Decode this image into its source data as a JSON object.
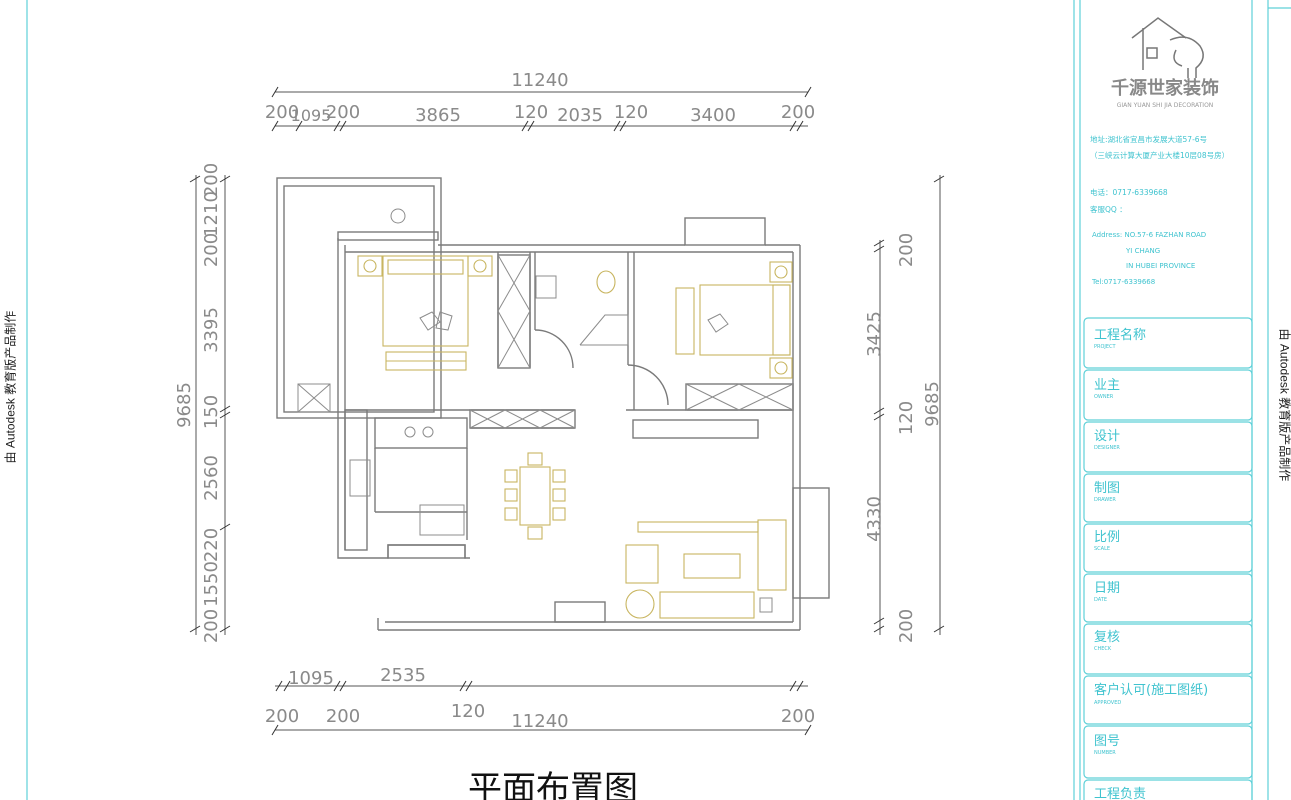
{
  "watermark": "由 Autodesk 教育版产品制作",
  "drawing_title": "平面布置图",
  "dimensions": {
    "top_total": "11240",
    "top_segments": [
      "200",
      "1095",
      "200",
      "3865",
      "120",
      "2035",
      "120",
      "3400",
      "200"
    ],
    "left_total": "9685",
    "left_segments": [
      "200",
      "1210",
      "200",
      "3395",
      "150",
      "2560",
      "220",
      "1550",
      "200"
    ],
    "right_total": "9685",
    "right_segments": [
      "200",
      "3425",
      "120",
      "4330",
      "200"
    ],
    "bottom_row1": [
      "1095",
      "2535"
    ],
    "bottom_row2": [
      "200",
      "200",
      "120",
      "200"
    ],
    "bottom_total": "11240"
  },
  "title_block": {
    "company_cn": "千源世家装饰",
    "company_en": "GIAN YUAN SHI JIA DECORATION",
    "address_lines": [
      "地址:湖北省宜昌市发展大道57-6号",
      "（三峡云计算大厦产业大楼10层08号房）"
    ],
    "phone": "电话：0717-6339668",
    "qq": "客服QQ ：",
    "en_lines": [
      "Address: NO.57-6  FAZHAN  ROAD",
      "YI  CHANG",
      "IN HUBEI PROVINCE",
      "Tel:0717-6339668"
    ],
    "fields": [
      {
        "cn": "工程名称",
        "en": "PROJECT"
      },
      {
        "cn": "业主",
        "en": "OWNER"
      },
      {
        "cn": "设计",
        "en": "DESIGNER"
      },
      {
        "cn": "制图",
        "en": "DRAWER"
      },
      {
        "cn": "比例",
        "en": "SCALE"
      },
      {
        "cn": "日期",
        "en": "DATE"
      },
      {
        "cn": "复核",
        "en": "CHECK"
      },
      {
        "cn": "客户认可(施工图纸)",
        "en": "APPROVED"
      },
      {
        "cn": "图号",
        "en": "NUMBER"
      },
      {
        "cn": "工程负责",
        "en": ""
      }
    ]
  },
  "colors": {
    "title_block": "#5fd0d8",
    "furniture": "#c8b560",
    "walls": "#7a7a7a",
    "dims": "#8a8a8a"
  }
}
